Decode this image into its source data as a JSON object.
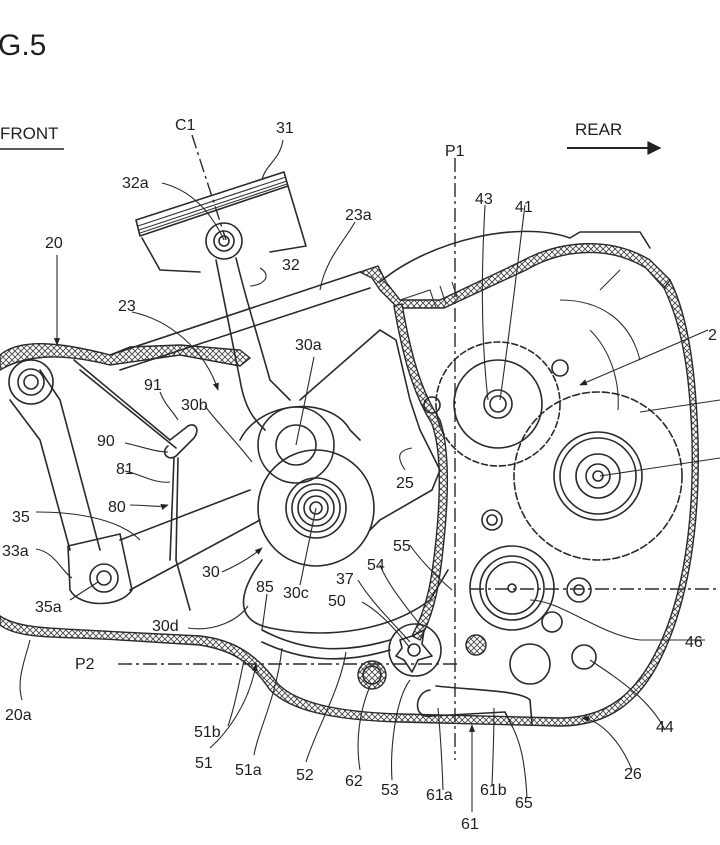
{
  "figure": {
    "title": "G.5",
    "direction_front": "FRONT",
    "direction_rear": "REAR",
    "axis_labels": {
      "c1": "C1",
      "p1": "P1",
      "p2": "P2"
    }
  },
  "reference_labels": [
    {
      "id": "31",
      "text": "31"
    },
    {
      "id": "32a",
      "text": "32a"
    },
    {
      "id": "32",
      "text": "32"
    },
    {
      "id": "23a",
      "text": "23a"
    },
    {
      "id": "20",
      "text": "20"
    },
    {
      "id": "23",
      "text": "23"
    },
    {
      "id": "30a",
      "text": "30a"
    },
    {
      "id": "91",
      "text": "91"
    },
    {
      "id": "30b",
      "text": "30b"
    },
    {
      "id": "90",
      "text": "90"
    },
    {
      "id": "81",
      "text": "81"
    },
    {
      "id": "80",
      "text": "80"
    },
    {
      "id": "35",
      "text": "35"
    },
    {
      "id": "33a",
      "text": "33a"
    },
    {
      "id": "35a",
      "text": "35a"
    },
    {
      "id": "30",
      "text": "30"
    },
    {
      "id": "30c",
      "text": "30c"
    },
    {
      "id": "85",
      "text": "85"
    },
    {
      "id": "30d",
      "text": "30d"
    },
    {
      "id": "20a",
      "text": "20a"
    },
    {
      "id": "51b",
      "text": "51b"
    },
    {
      "id": "51",
      "text": "51"
    },
    {
      "id": "51a",
      "text": "51a"
    },
    {
      "id": "52",
      "text": "52"
    },
    {
      "id": "62",
      "text": "62"
    },
    {
      "id": "53",
      "text": "53"
    },
    {
      "id": "61a",
      "text": "61a"
    },
    {
      "id": "61",
      "text": "61"
    },
    {
      "id": "61b",
      "text": "61b"
    },
    {
      "id": "65",
      "text": "65"
    },
    {
      "id": "26",
      "text": "26"
    },
    {
      "id": "44",
      "text": "44"
    },
    {
      "id": "46",
      "text": "46"
    },
    {
      "id": "37",
      "text": "37"
    },
    {
      "id": "50",
      "text": "50"
    },
    {
      "id": "54",
      "text": "54"
    },
    {
      "id": "55",
      "text": "55"
    },
    {
      "id": "25",
      "text": "25"
    },
    {
      "id": "43",
      "text": "43"
    },
    {
      "id": "41",
      "text": "41"
    },
    {
      "id": "2x",
      "text": "2"
    }
  ]
}
